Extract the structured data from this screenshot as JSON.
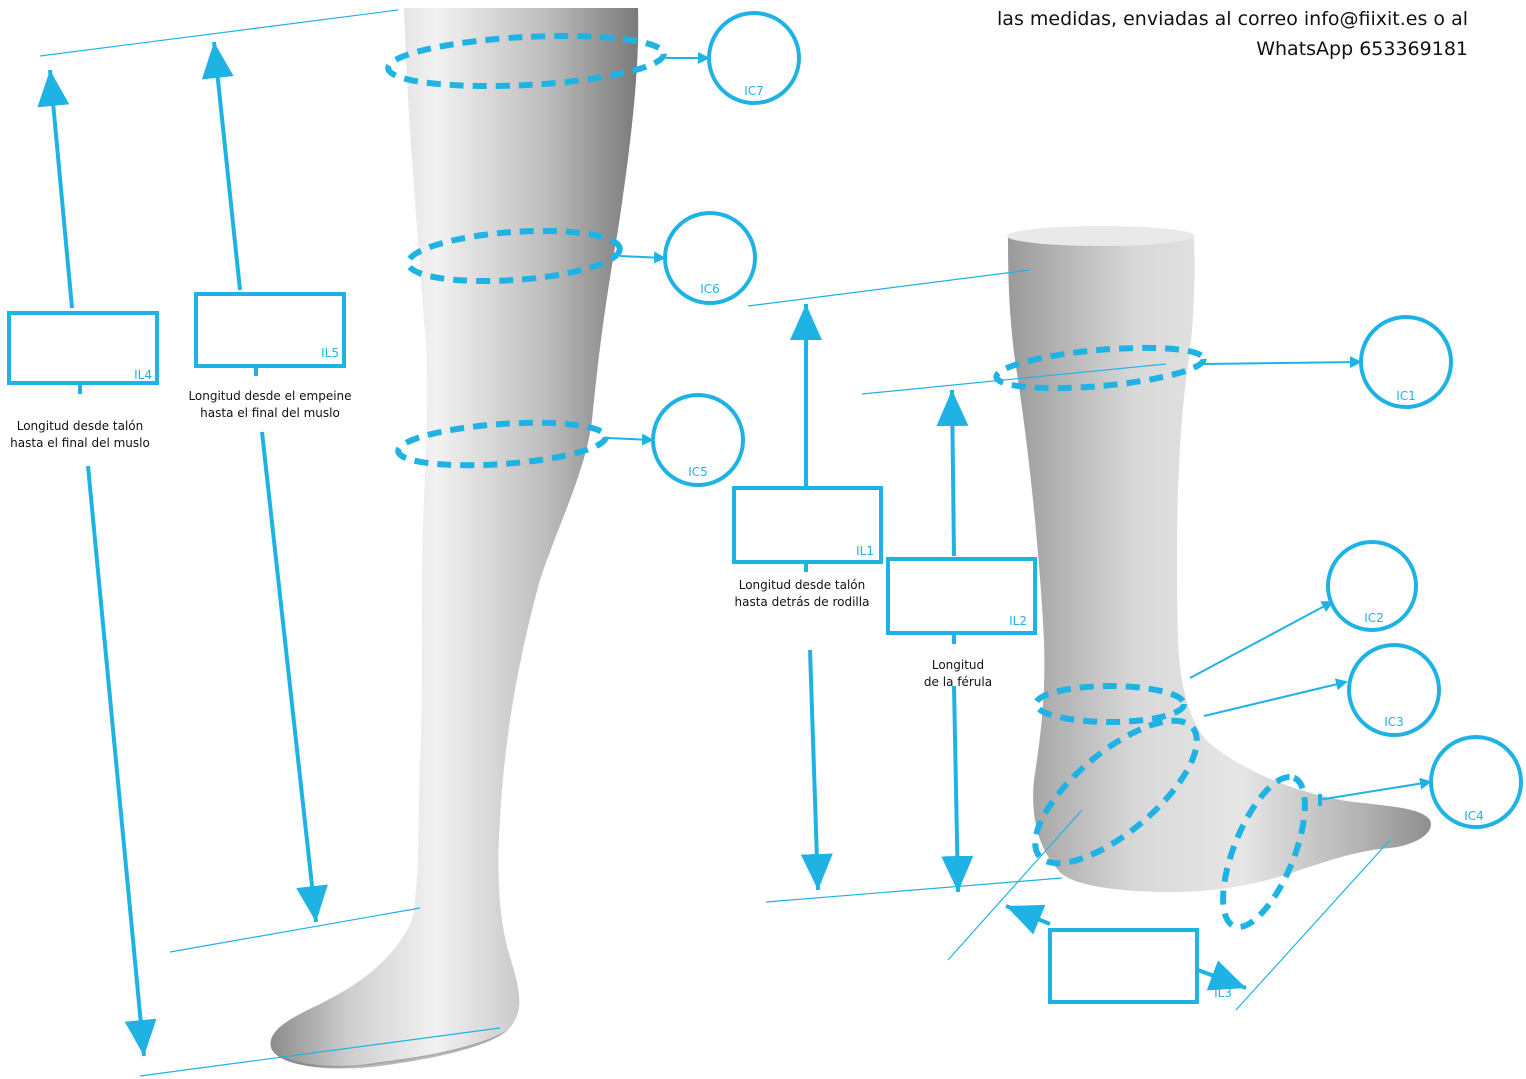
{
  "header": {
    "line1": "las medidas, enviadas al correo info@fiixit.es o al",
    "line2": "WhatsApp 653369181"
  },
  "colors": {
    "accent": "#1fb3e5",
    "leg_shade": "#9a9a9a",
    "leg_highlight": "#eeeeee",
    "text": "#111111"
  },
  "length_boxes": {
    "IL1": "IL1",
    "IL2": "IL2",
    "IL3": "IL3",
    "IL4": "IL4",
    "IL5": "IL5"
  },
  "circumference_circles": {
    "IC1": "IC1",
    "IC2": "IC2",
    "IC3": "IC3",
    "IC4": "IC4",
    "IC5": "IC5",
    "IC6": "IC6",
    "IC7": "IC7"
  },
  "descriptions": {
    "il4": [
      "Longitud desde talón",
      "hasta el final del muslo"
    ],
    "il5": [
      "Longitud desde el empeine",
      "hasta el final del muslo"
    ],
    "il1": [
      "Longitud desde talón",
      "hasta detrás de rodilla"
    ],
    "il2": [
      "Longitud",
      "de la férula"
    ]
  }
}
